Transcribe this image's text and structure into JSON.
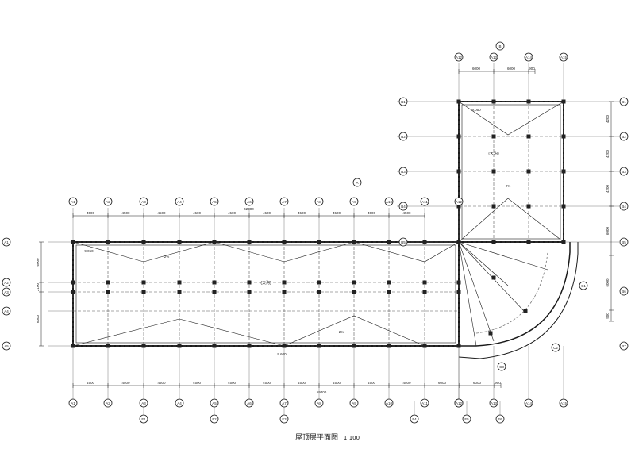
{
  "drawing": {
    "title": "屋顶层平面图",
    "scale": "1:100"
  },
  "axes_horizontal": [
    "A1",
    "A2",
    "A3",
    "A4",
    "A5",
    "A6",
    "A7",
    "A8",
    "A9",
    "A10",
    "A11",
    "A12",
    "A13",
    "A14",
    "A15",
    "A16"
  ],
  "axes_bottom_extra": [
    "F1",
    "F2",
    "F3",
    "F4",
    "F5",
    "F6"
  ],
  "axes_vertical_left": [
    "A1",
    "A2",
    "A3",
    "A4",
    "A5"
  ],
  "axes_vertical_right": [
    "B1",
    "B2",
    "B3",
    "B4",
    "B5",
    "B6",
    "B7"
  ],
  "dims_top_main": [
    "4500",
    "4500",
    "4500",
    "4500",
    "4500",
    "4500",
    "4500",
    "4500",
    "4500",
    "4500"
  ],
  "dims_top_total": "42300",
  "dims_bottom": [
    "4500",
    "4500",
    "4500",
    "4500",
    "4500",
    "4500",
    "4500",
    "4500",
    "4500",
    "4500",
    "6000",
    "6000",
    "900"
  ],
  "dims_bottom_total": "59400",
  "dims_left": [
    "6000",
    "2100",
    "6000"
  ],
  "dims_right": [
    "4200",
    "4200",
    "4200",
    "6000",
    "6000",
    "900"
  ],
  "dims_top_wing": [
    "6000",
    "6000",
    "900"
  ],
  "notes": {
    "slope": "2%",
    "roof_label": "(天沟)",
    "elev_a": "9.050",
    "elev_b": "9.600"
  },
  "colors": {
    "line": "#1a1a1a",
    "grid": "#555555",
    "dash": "#777777"
  }
}
